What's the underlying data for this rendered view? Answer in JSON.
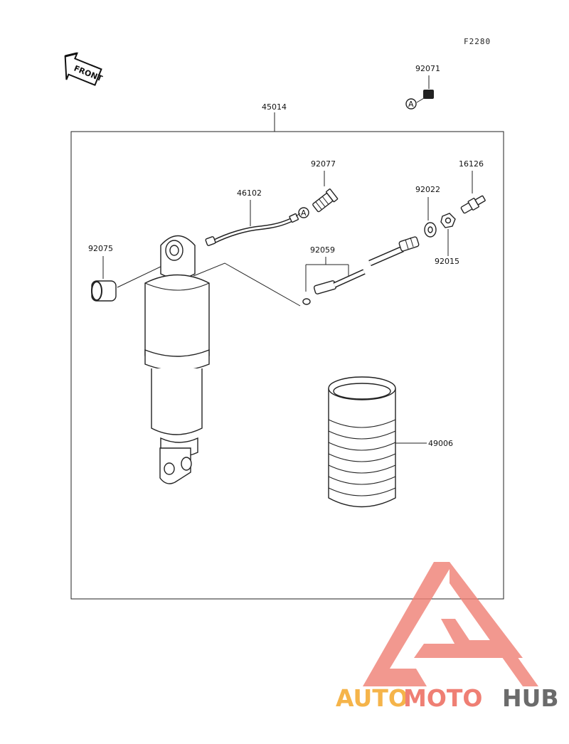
{
  "figure_code": "F2280",
  "front_label": "FRONT",
  "ref_marker": "A",
  "parts": {
    "assembly": "45014",
    "bushing": "92075",
    "hose": "46102",
    "valve_nut": "92077",
    "cap": "92071",
    "tube": "92059",
    "washer": "92022",
    "nut": "92015",
    "valve": "16126",
    "boot": "49006"
  },
  "watermark": {
    "part1": "AUTO",
    "part2": "MOTO",
    "part3": "HUB"
  },
  "colors": {
    "watermark_orange": "#f5b44a",
    "watermark_red": "#ef7f74",
    "watermark_gray": "#6b6b6b",
    "line": "#222222"
  }
}
